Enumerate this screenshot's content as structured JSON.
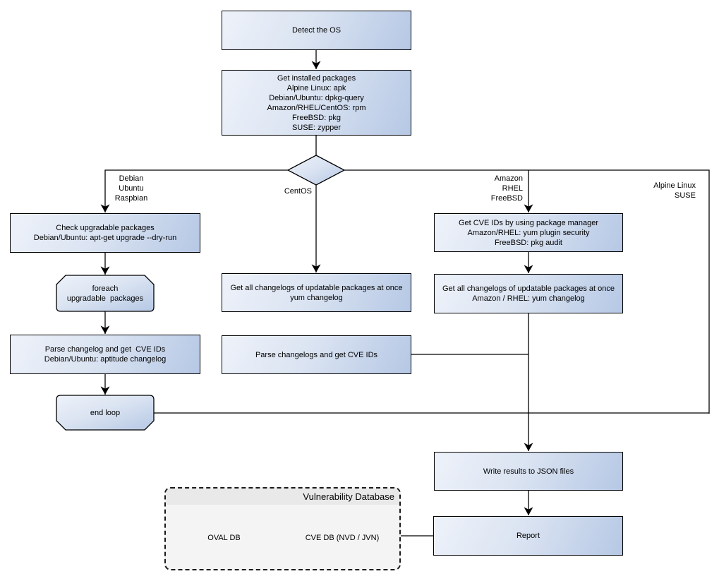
{
  "nodes": {
    "detect_os": "Detect the OS",
    "get_installed_packages": "Get installed packages\nAlpine Linux: apk\nDebian/Ubuntu: dpkg-query\nAmazon/RHEL/CentOS: rpm\nFreeBSD: pkg\nSUSE: zypper",
    "check_upgradable_packages": "Check upgradable packages\nDebian/Ubuntu: apt-get upgrade --dry-run",
    "foreach_loop_start": "foreach\nupgradable  packages",
    "parse_changelog_debian": "Parse changelog and get  CVE IDs\nDebian/Ubuntu: aptitude changelog",
    "end_loop": "end loop",
    "get_changelogs_centos": "Get all changelogs of updatable packages at once\nyum changelog",
    "parse_changelogs_centos": "Parse changelogs and get CVE IDs",
    "get_cve_ids_package_manager": "Get CVE IDs by using package manager\nAmazon/RHEL: yum plugin security\nFreeBSD: pkg audit",
    "get_changelogs_amazon_rhel": "Get all changelogs of updatable packages at once\nAmazon / RHEL: yum changelog",
    "write_results": "Write results to JSON files",
    "report": "Report"
  },
  "branch_labels": {
    "debian": "Debian\nUbuntu\nRaspbian",
    "centos": "CentOS",
    "amazon": "Amazon\nRHEL\nFreeBSD",
    "alpine": "Alpine Linux\nSUSE"
  },
  "database": {
    "title": "Vulnerability Database",
    "oval_db": "OVAL DB",
    "cve_db": "CVE DB (NVD / JVN)"
  },
  "colors": {
    "node_fill_light": "#eef2fa",
    "node_fill_dark": "#b6c8e5",
    "stroke": "#000000",
    "db_container_bg": "#f4f4f4",
    "db_header_bg": "#e9e9e9"
  }
}
